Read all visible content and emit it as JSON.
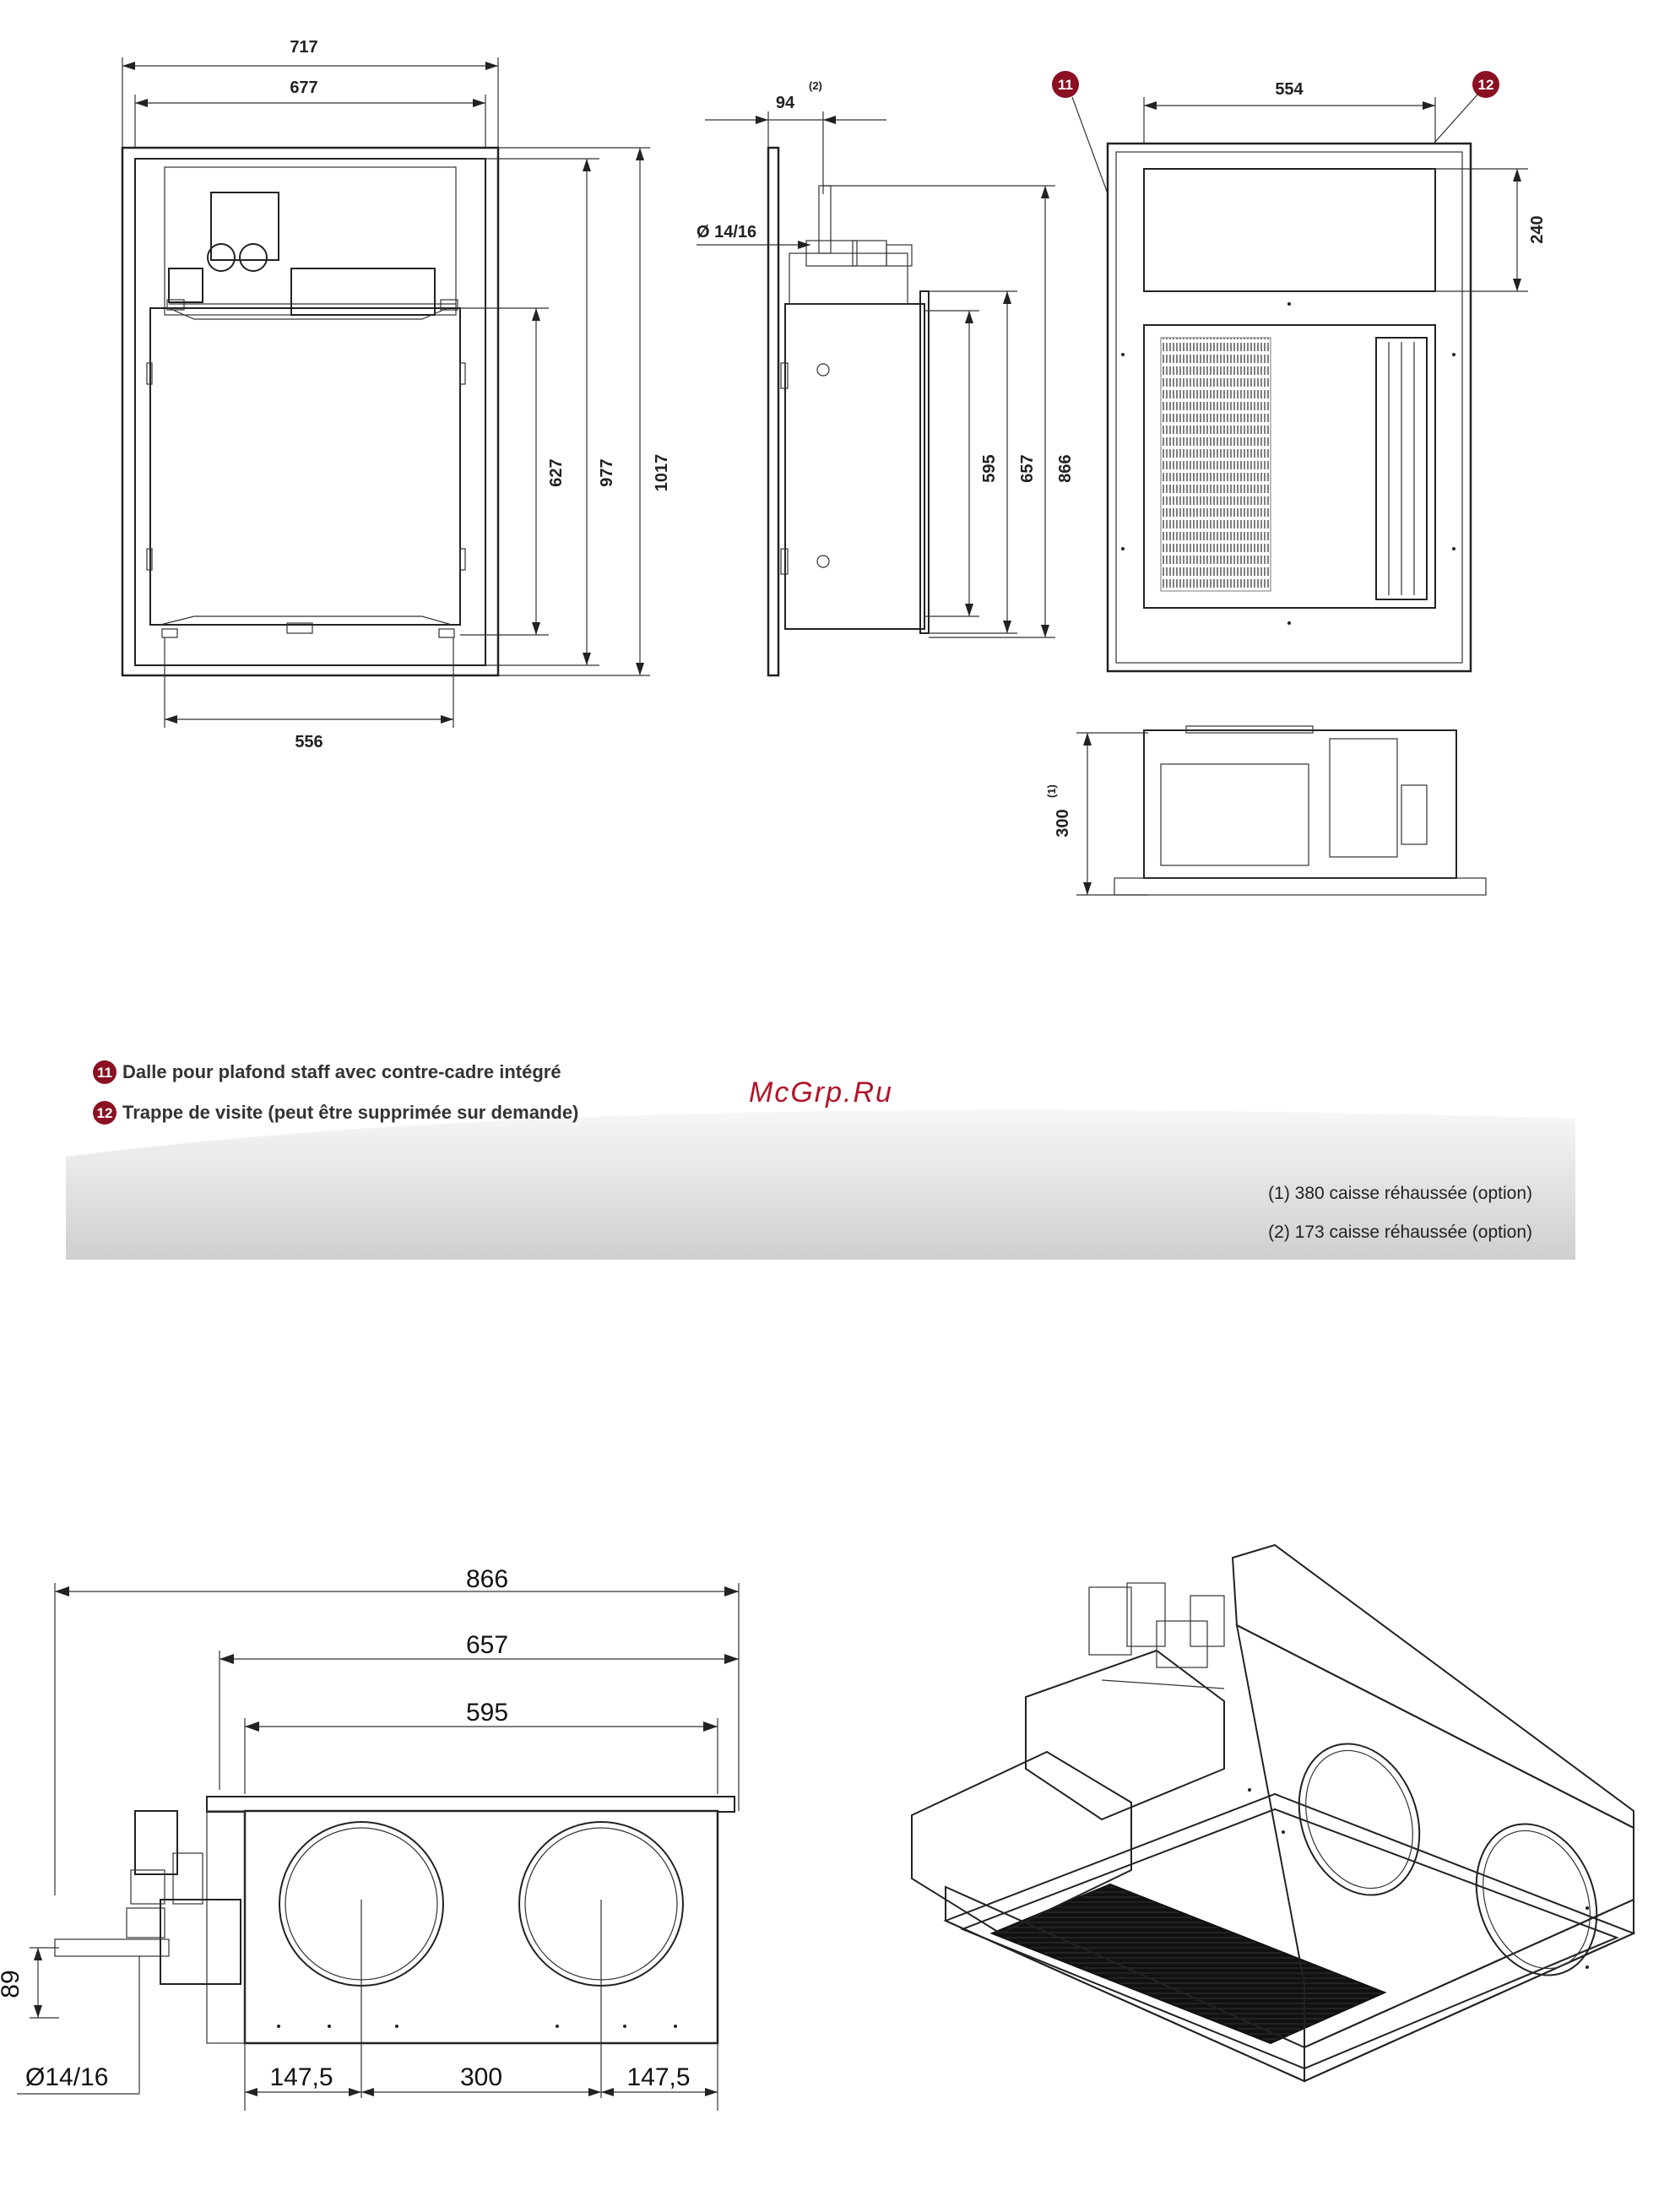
{
  "legend": {
    "items": [
      {
        "number": "11",
        "text": "Dalle pour plafond staff avec contre-cadre intégré"
      },
      {
        "number": "12",
        "text": "Trappe de visite (peut être supprimée sur demande)"
      }
    ]
  },
  "watermark": "McGrp.Ru",
  "notes": [
    "(1) 380 caisse réhaussée (option)",
    "(2) 173 caisse réhaussée (option)"
  ],
  "front_view": {
    "dim_top_outer": "717",
    "dim_top_inner": "677",
    "dim_right_inner": "627",
    "dim_right_mid": "977",
    "dim_right_outer": "1017",
    "dim_bottom": "556"
  },
  "side_view": {
    "dim_offset": "94",
    "dim_offset_note": "(2)",
    "pipe_diameter": "Ø 14/16",
    "dim_a": "595",
    "dim_b": "657",
    "dim_c": "866"
  },
  "ceiling_view": {
    "callout_a": "11",
    "callout_b": "12",
    "dim_width": "554",
    "dim_height": "240",
    "dim_depth": "300",
    "dim_depth_note": "(1)"
  },
  "lower_view": {
    "dim_866": "866",
    "dim_657": "657",
    "dim_595": "595",
    "dim_89": "89",
    "pipe_diameter": "Ø14/16",
    "dim_147_left": "147,5",
    "dim_300": "300",
    "dim_147_right": "147,5"
  }
}
